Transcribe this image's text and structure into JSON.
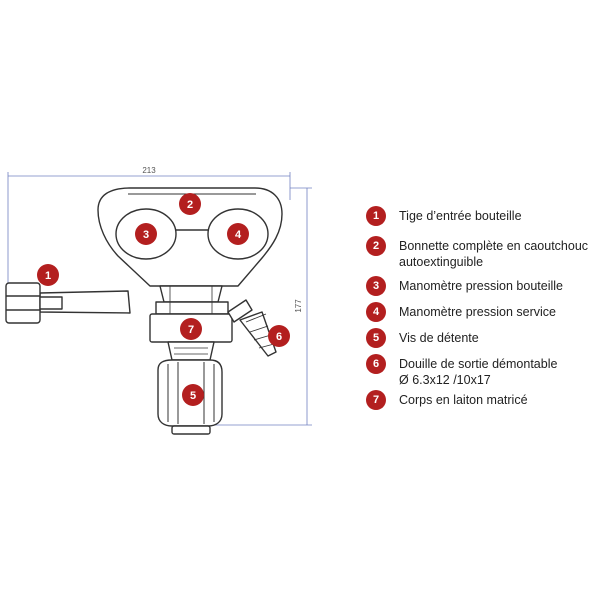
{
  "dimensions": {
    "width_label": "213",
    "height_label": "177"
  },
  "colors": {
    "badge": "#b31f1f",
    "outline": "#333333",
    "dimension_line": "#7080c0"
  },
  "callouts": [
    "1",
    "2",
    "3",
    "4",
    "5",
    "6",
    "7"
  ],
  "legend": [
    {
      "num": "1",
      "text": "Tige d’entrée bouteille"
    },
    {
      "num": "2",
      "text": "Bonnette complète en caoutchouc\nautoextinguible"
    },
    {
      "num": "3",
      "text": "Manomètre pression bouteille"
    },
    {
      "num": "4",
      "text": "Manomètre pression service"
    },
    {
      "num": "5",
      "text": "Vis de détente"
    },
    {
      "num": "6",
      "text": "Douille de sortie démontable\nØ 6.3x12 /10x17"
    },
    {
      "num": "7",
      "text": "Corps en laiton matricé"
    }
  ]
}
